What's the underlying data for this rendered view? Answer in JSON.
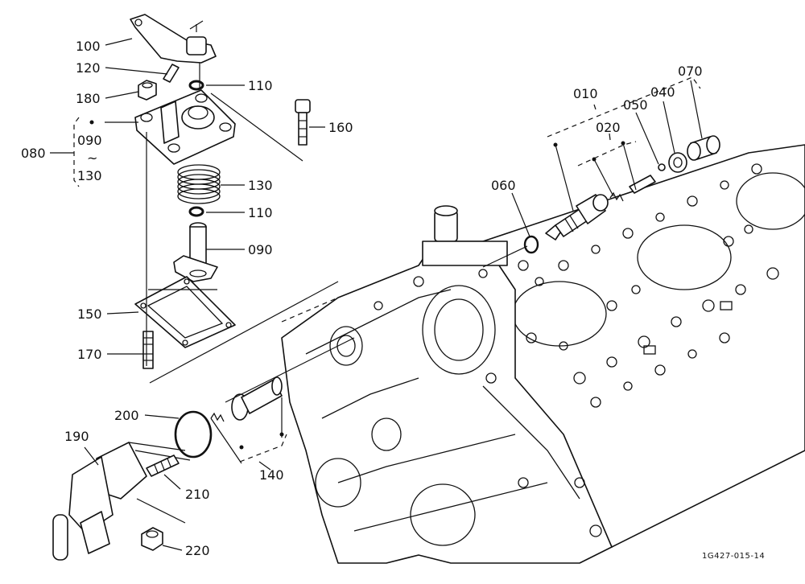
{
  "labels": {
    "p100": "100",
    "p120": "120",
    "p180": "180",
    "p110a": "110",
    "p160": "160",
    "p080": "080",
    "p090a": "090",
    "tilde": "~",
    "p130a": "130",
    "p130b": "130",
    "p110b": "110",
    "p090b": "090",
    "p150": "150",
    "p170": "170",
    "p200": "200",
    "p190": "190",
    "p210": "210",
    "p220": "220",
    "p140": "140",
    "p010": "010",
    "p020": "020",
    "p050": "050",
    "p040": "040",
    "p070": "070",
    "p060": "060"
  },
  "reference_code": "1G427-015-14"
}
